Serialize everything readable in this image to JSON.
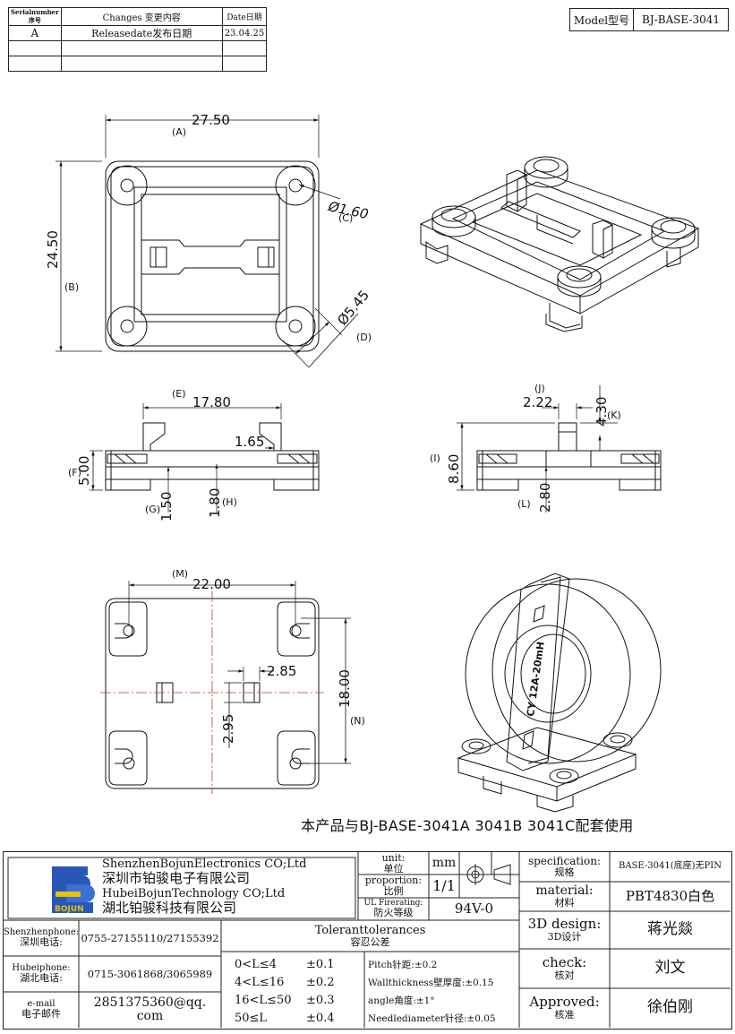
{
  "revision_table": {
    "headers": [
      "Serialnumber序号",
      "Changes 变更内容",
      "Date日期"
    ],
    "rows": [
      [
        "A",
        "Releasedate发布日期",
        "23.04.25"
      ],
      [
        "",
        "",
        ""
      ],
      [
        "",
        "",
        ""
      ]
    ]
  },
  "model": {
    "label": "Model型号",
    "value": "BJ-BASE-3041"
  },
  "dims": {
    "a": "27.50",
    "a_tag": "(A)",
    "b": "24.50",
    "b_tag": "(B)",
    "c": "Ø1.60",
    "c_tag": "(C)",
    "d": "Ø5.45",
    "d_tag": "(D)",
    "e": "17.80",
    "e_tag": "(E)",
    "f": "5.00",
    "f_tag": "(F)",
    "g": "1.50",
    "g_tag": "(G)",
    "h": "1.80",
    "h_tag": "(H)",
    "side_165": "1.65",
    "i": "8.60",
    "i_tag": "(I)",
    "j": "2.22",
    "j_tag": "(J)",
    "k": "4.30",
    "k_tag": "(K)",
    "l": "2.80",
    "l_tag": "(L)",
    "m": "22.00",
    "m_tag": "(M)",
    "n": "18.00",
    "n_tag": "(N)",
    "p285": "2.85",
    "p295": "2.95"
  },
  "inductor_label": "CY 12A-20mH",
  "note": "本产品与BJ-BASE-3041A 3041B 3041C配套使用",
  "company": {
    "logo_text": "BOJUN",
    "en1": "ShenzhenBojunElectronics CO;Ltd",
    "cn1": "深圳市铂骏电子有限公司",
    "en2": "HubeiBojunTechnology CO;Ltd",
    "cn2": "湖北铂骏科技有限公司"
  },
  "unit": {
    "en": "unit:",
    "cn": "单位",
    "value": "mm"
  },
  "proportion": {
    "en": "proportion:",
    "cn": "比例",
    "value": "1/1"
  },
  "ul": {
    "en": "UL Firerating:",
    "cn": "防火等级",
    "value": "94V-0"
  },
  "contacts": [
    {
      "en": "Shenzhenphone:",
      "cn": "深圳电话:",
      "value": "0755-27155110/27155392"
    },
    {
      "en": "Hubeiphone:",
      "cn": "湖北电话:",
      "value": "0715-3061868/3065989"
    },
    {
      "en": "e-mail",
      "cn": "电子邮件",
      "value": "2851375360@qq. com"
    }
  ],
  "tolerances": {
    "title_en": "Toleranttolerances",
    "title_cn": "容忍公差",
    "ranges": [
      {
        "range": "0<L≤4",
        "tol": "±0.1"
      },
      {
        "range": "4<L≤16",
        "tol": "±0.2"
      },
      {
        "range": "16<L≤50",
        "tol": "±0.3"
      },
      {
        "range": "50≤L",
        "tol": "±0.4"
      }
    ],
    "notes": [
      "Pitch针距:±0.2",
      "Wallthickness壁厚度:±0.15",
      "angle角度:±1°",
      "Needlediameter针径:±0.05"
    ]
  },
  "spec": {
    "en": "specification:",
    "cn": "规格",
    "value": "BASE-3041(底座)无PIN"
  },
  "material": {
    "en": "material:",
    "cn": "材料",
    "value": "PBT4830白色"
  },
  "design": {
    "en": "3D design:",
    "cn": "3D设计",
    "value": "蒋光燚"
  },
  "check": {
    "en": "check:",
    "cn": "核对",
    "value": "刘文"
  },
  "approved": {
    "en": "Approved:",
    "cn": "核准",
    "value": "徐伯刚"
  }
}
